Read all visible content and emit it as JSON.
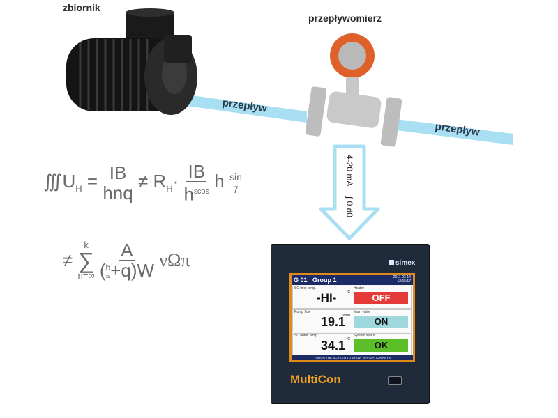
{
  "labels": {
    "tank": "zbiornik",
    "flowmeter": "przepływomierz",
    "flow_left": "przepływ",
    "flow_right": "przepływ",
    "signal": "4-20 mA",
    "signal_integral": "∫ 0 d0"
  },
  "formula1": {
    "prefix": "∭U",
    "prefix_sub": "H",
    "eq": "=",
    "frac1_num": "IB",
    "frac1_den": "hnq",
    "neq": "≠",
    "r": "R",
    "r_sub": "H",
    "dot": "·",
    "frac2_num": "IB",
    "frac2_den_h": "h",
    "frac2_den_sup": "εcos",
    "h": "h",
    "sin": "sin",
    "seven": "7"
  },
  "formula2": {
    "neq": "≠",
    "sigma": "∑",
    "sum_top": "k",
    "sum_bottom": "n=∞",
    "num": "A",
    "den_open": "(",
    "den_b": "b",
    "den_approx": "≈",
    "den_rest": "+q)W",
    "tail": "νΩπ"
  },
  "device": {
    "brand": "simex",
    "product": "MultiCon",
    "screen": {
      "header_group": "G 01",
      "header_title": "Group 1",
      "date": "2011-03-14",
      "time": "12:15:17",
      "cells": {
        "sc_inlet": {
          "title": "SC inlet temp.",
          "unit": "°C",
          "value": "-HI-"
        },
        "heater": {
          "title": "Heater",
          "value": "OFF"
        },
        "pump_flow": {
          "title": "Pump flow",
          "unit": "l/min",
          "value": "19.1"
        },
        "main_valve": {
          "title": "Main valve",
          "value": "ON"
        },
        "sc_outlet": {
          "title": "SC outlet temp.",
          "unit": "°C",
          "value": "34.1"
        },
        "system_status": {
          "title": "System status",
          "value": "OK"
        }
      },
      "footer": "TOUCH THE SCREEN TO SHOW NAVIGATION KEYS"
    }
  },
  "colors": {
    "pipe": "#a9dff3",
    "arrow": "#a9dff3",
    "off": "#e53a3a",
    "on": "#9fd8dc",
    "ok": "#5cbf2a",
    "bezel": "#e08a1e"
  }
}
